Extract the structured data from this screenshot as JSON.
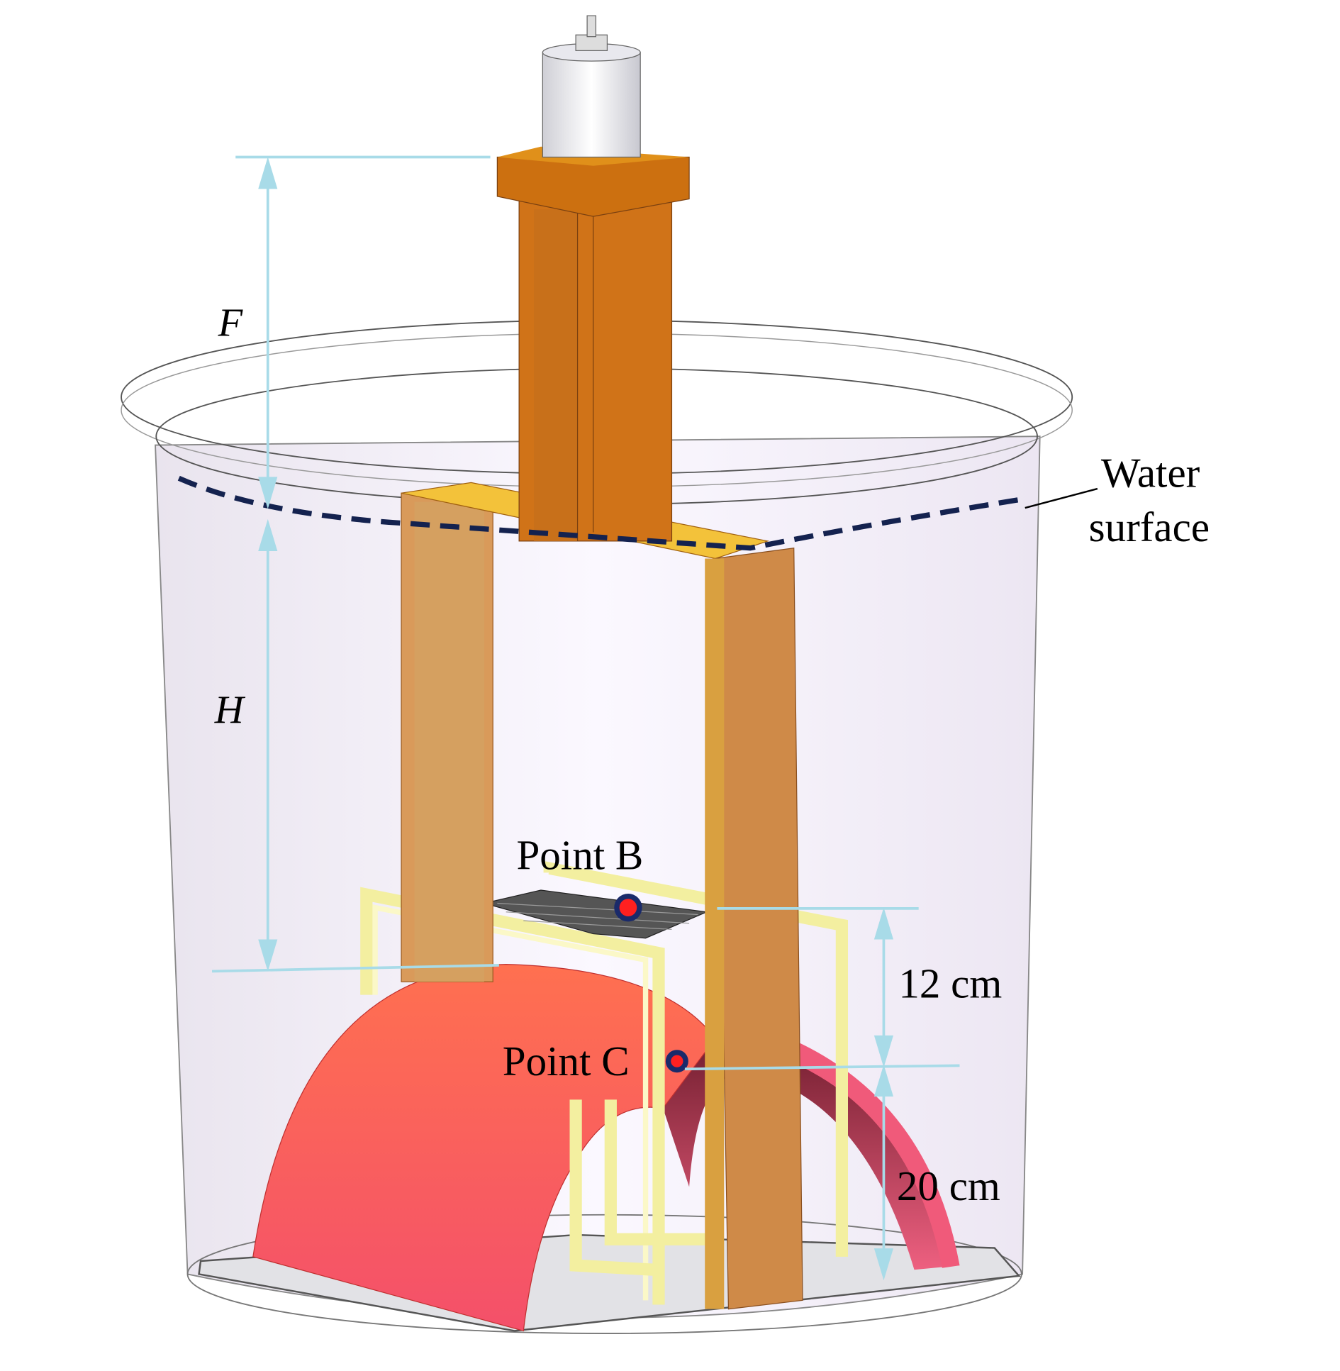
{
  "labels": {
    "f": "F",
    "h": "H",
    "water_line1": "Water",
    "water_line2": "surface",
    "point_b": "Point B",
    "point_c": "Point C",
    "dim_12": "12 cm",
    "dim_20": "20 cm"
  },
  "colors": {
    "dimension": "#a8dbe8",
    "water_line": "#14224f",
    "frame_brown": "#d07318",
    "frame_light": "#d99a5a",
    "tunnel": "#f26a5a",
    "support": "#f5f0a0",
    "marker": "#ff2020"
  }
}
